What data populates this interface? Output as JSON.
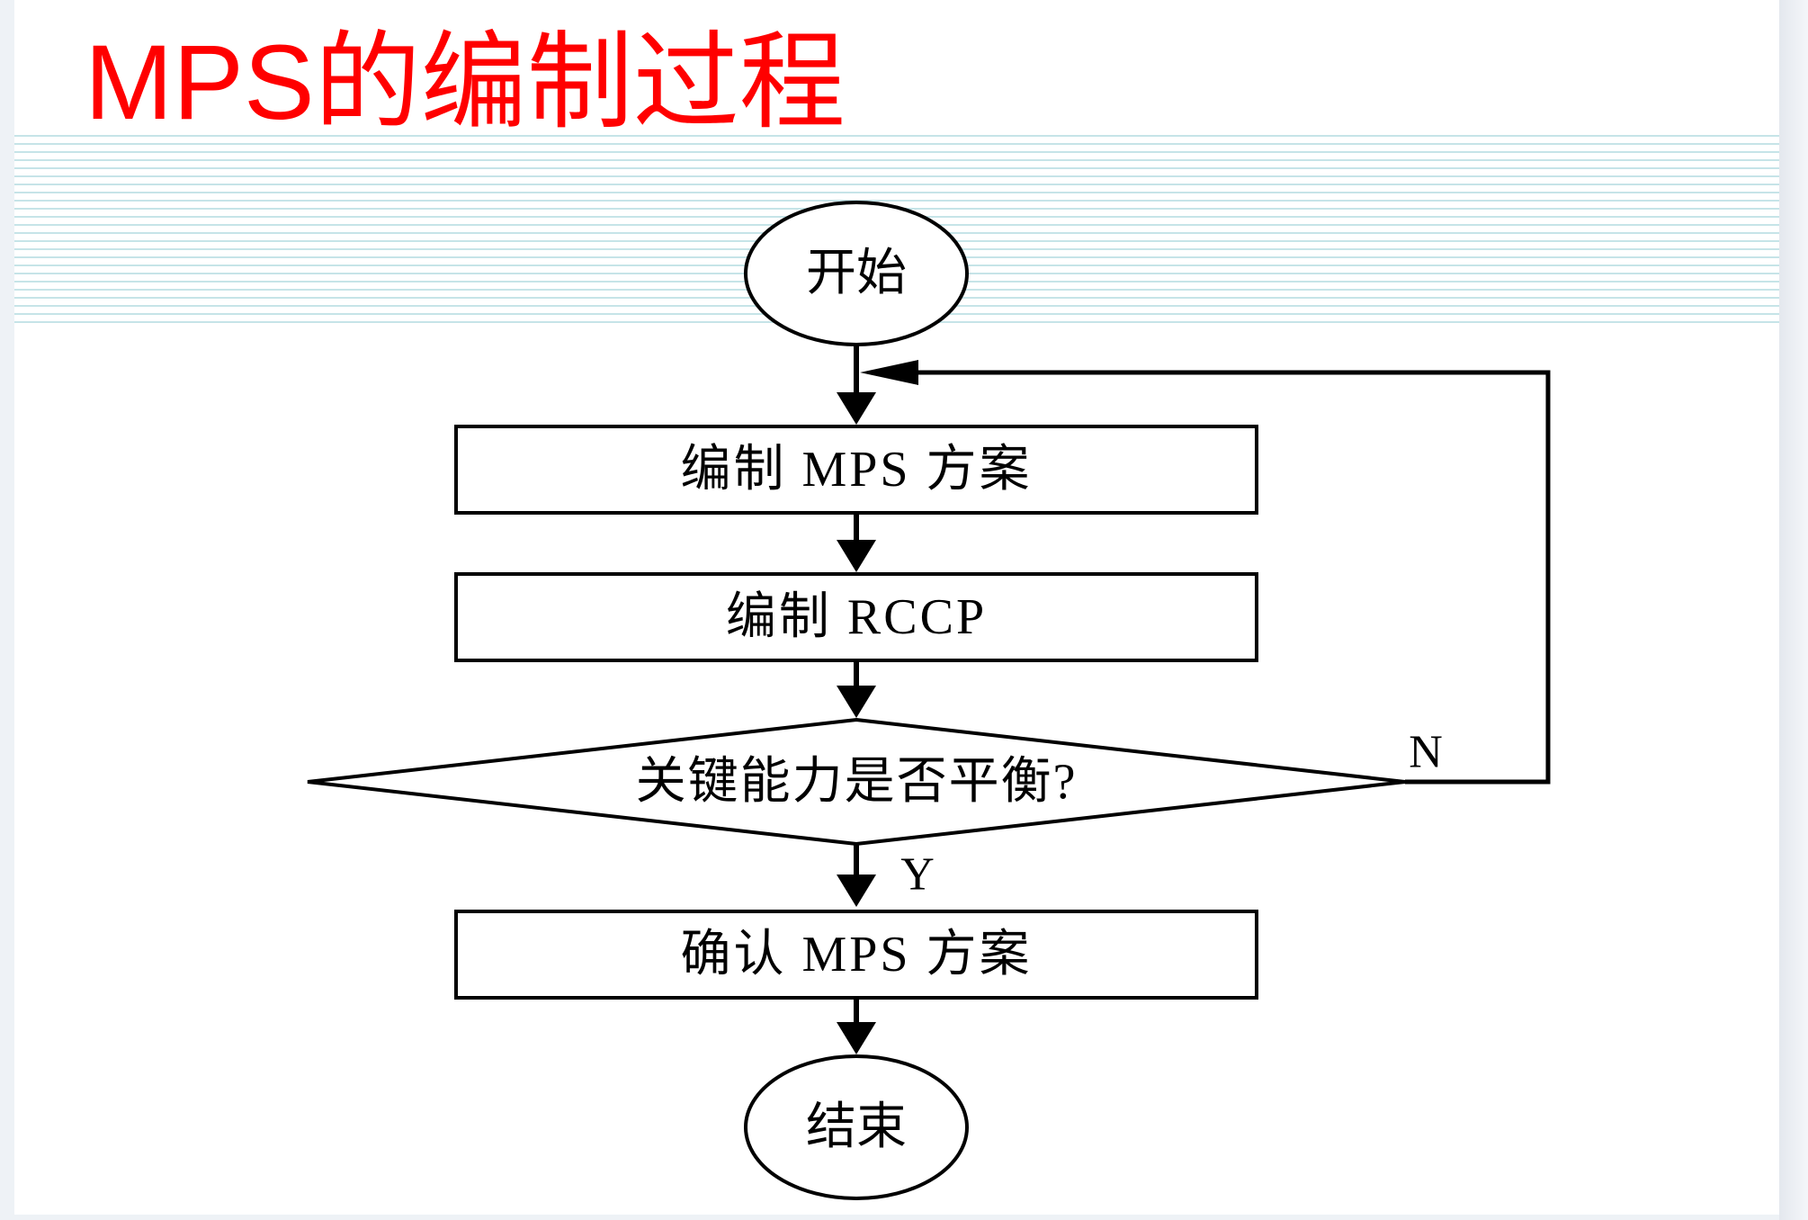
{
  "slide": {
    "title": "MPS的编制过程"
  },
  "flowchart": {
    "start": "开始",
    "step_compile_mps": "编制 MPS 方案",
    "step_compile_rccp": "编制 RCCP",
    "decision": "关键能力是否平衡?",
    "decision_no_label": "N",
    "decision_yes_label": "Y",
    "step_confirm_mps": "确认 MPS 方案",
    "end": "结束"
  },
  "colors": {
    "title": "#ff0000",
    "stripe": "#c6e4e8",
    "stroke": "#000000",
    "background": "#ffffff"
  }
}
